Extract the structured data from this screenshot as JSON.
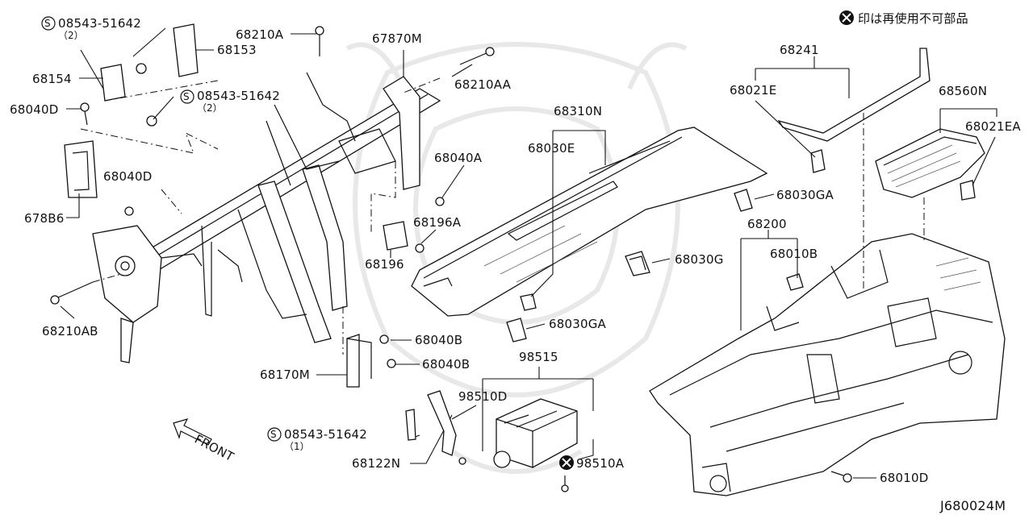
{
  "legend": {
    "symbol": "✖",
    "text": "印は再使用不可部品"
  },
  "figure_code": "J680024M",
  "front_arrow": "FRONT",
  "callouts": {
    "screw_a": "08543-51642",
    "screw_a_qty": "（2）",
    "screw_b": "08543-51642",
    "screw_b_qty": "（2）",
    "screw_c": "08543-51642",
    "screw_c_qty": "（1）",
    "p68153": "68153",
    "p68154": "68154",
    "p68040D_a": "68040D",
    "p68040D_b": "68040D",
    "p67886": "678B6",
    "p68210AB": "68210AB",
    "p68210A": "68210A",
    "p67870M": "67870M",
    "p68210AA": "68210AA",
    "p68040A": "68040A",
    "p68196A": "68196A",
    "p68196": "68196",
    "p68040B_a": "68040B",
    "p68040B_b": "68040B",
    "p68170M": "68170M",
    "p68122N": "68122N",
    "p68310N": "68310N",
    "p68030E": "68030E",
    "p68030GA_a": "68030GA",
    "p68030GA_b": "68030GA",
    "p68030G": "68030G",
    "p98515": "98515",
    "p98510D": "98510D",
    "p98510A": "98510A",
    "p68241": "68241",
    "p68021E": "68021E",
    "p68560N": "68560N",
    "p68021EA": "68021EA",
    "p68200": "68200",
    "p68010B": "68010B",
    "p68010D": "68010D"
  }
}
